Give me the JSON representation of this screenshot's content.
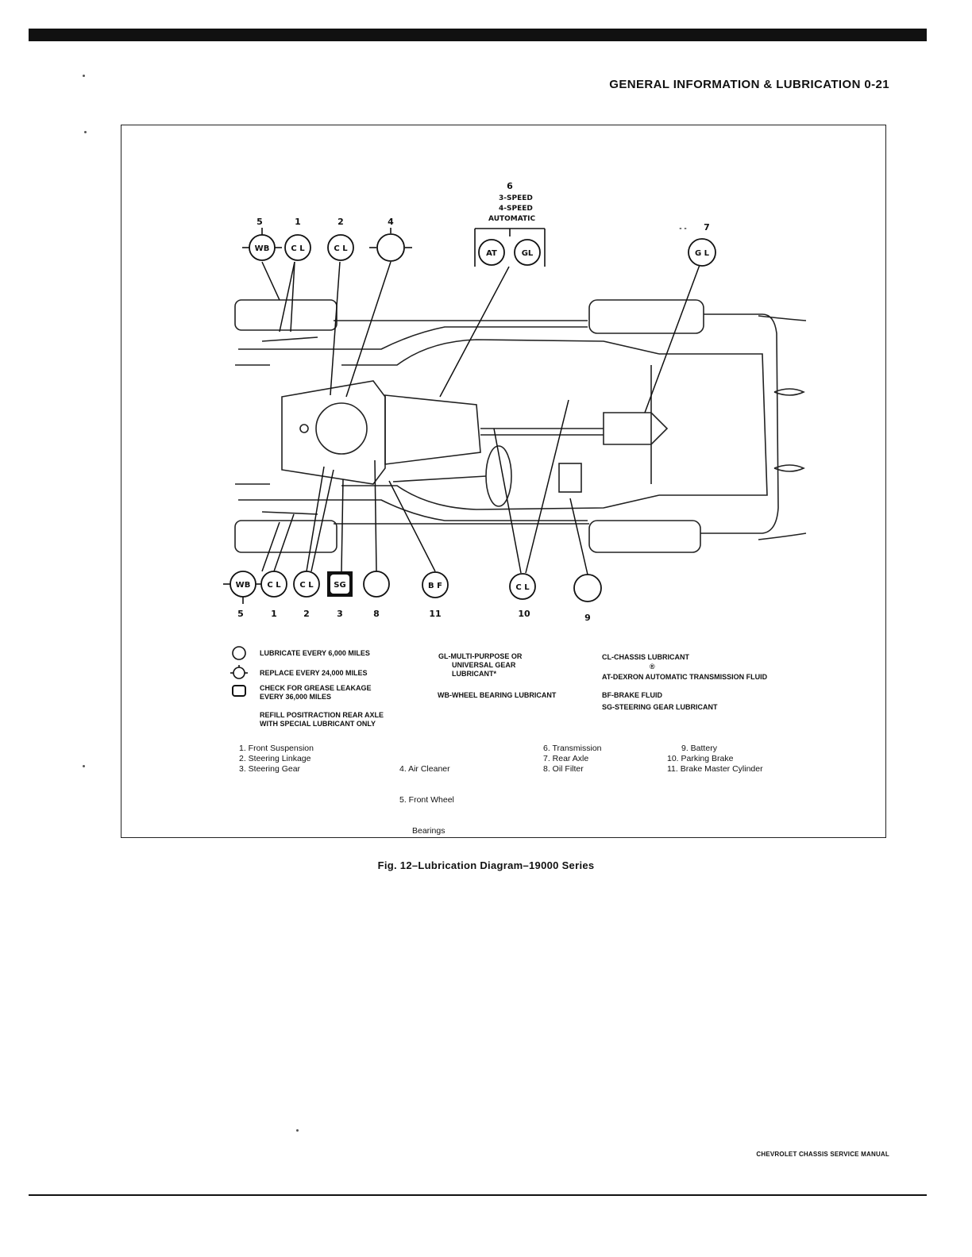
{
  "header": {
    "title": "GENERAL INFORMATION & LUBRICATION 0-21"
  },
  "footer": {
    "text": "CHEVROLET CHASSIS SERVICE MANUAL"
  },
  "figure": {
    "caption": "Fig. 12–Lubrication Diagram–19000 Series"
  },
  "transmission_box": {
    "number": "6",
    "line1": "3-SPEED",
    "line2": "4-SPEED",
    "line3": "AUTOMATIC"
  },
  "callouts_top": [
    {
      "label": "WB",
      "number": "5"
    },
    {
      "label": "C L",
      "number": "1"
    },
    {
      "label": "C L",
      "number": "2"
    },
    {
      "label": "",
      "number": "4"
    },
    {
      "label": "AT",
      "number": ""
    },
    {
      "label": "GL",
      "number": ""
    },
    {
      "label": "G L",
      "number": "7"
    }
  ],
  "callouts_bottom": [
    {
      "label": "WB",
      "number": "5"
    },
    {
      "label": "C L",
      "number": "1"
    },
    {
      "label": "C L",
      "number": "2"
    },
    {
      "label": "SG",
      "number": "3"
    },
    {
      "label": "",
      "number": "8"
    },
    {
      "label": "B F",
      "number": "11"
    },
    {
      "label": "C L",
      "number": "10"
    },
    {
      "label": "",
      "number": "9"
    }
  ],
  "legend_symbols": [
    {
      "text": "LUBRICATE EVERY 6,000 MILES"
    },
    {
      "text": "REPLACE EVERY 24,000 MILES"
    },
    {
      "text": "CHECK FOR GREASE LEAKAGE",
      "text2": "EVERY 36,000 MILES"
    },
    {
      "text": "REFILL POSITRACTION REAR AXLE",
      "text2": "WITH SPECIAL LUBRICANT ONLY"
    }
  ],
  "legend_codes": {
    "gl1": "GL-MULTI-PURPOSE OR",
    "gl2": "UNIVERSAL GEAR",
    "gl3": "LUBRICANT*",
    "wb": "WB-WHEEL BEARING LUBRICANT",
    "cl": "CL-CHASSIS LUBRICANT",
    "reg": "®",
    "at": "AT-DEXRON AUTOMATIC TRANSMISSION FLUID",
    "bf": "BF-BRAKE FLUID",
    "sg": "SG-STEERING GEAR LUBRICANT"
  },
  "key": [
    [
      "1. Front Suspension",
      "2. Steering Linkage",
      "3. Steering Gear"
    ],
    [
      "4. Air Cleaner",
      "5. Front Wheel",
      "    Bearings"
    ],
    [
      "6. Transmission",
      "7. Rear Axle",
      "8. Oil Filter"
    ],
    [
      "9. Battery",
      "10. Parking Brake",
      "11. Brake Master Cylinder"
    ]
  ]
}
